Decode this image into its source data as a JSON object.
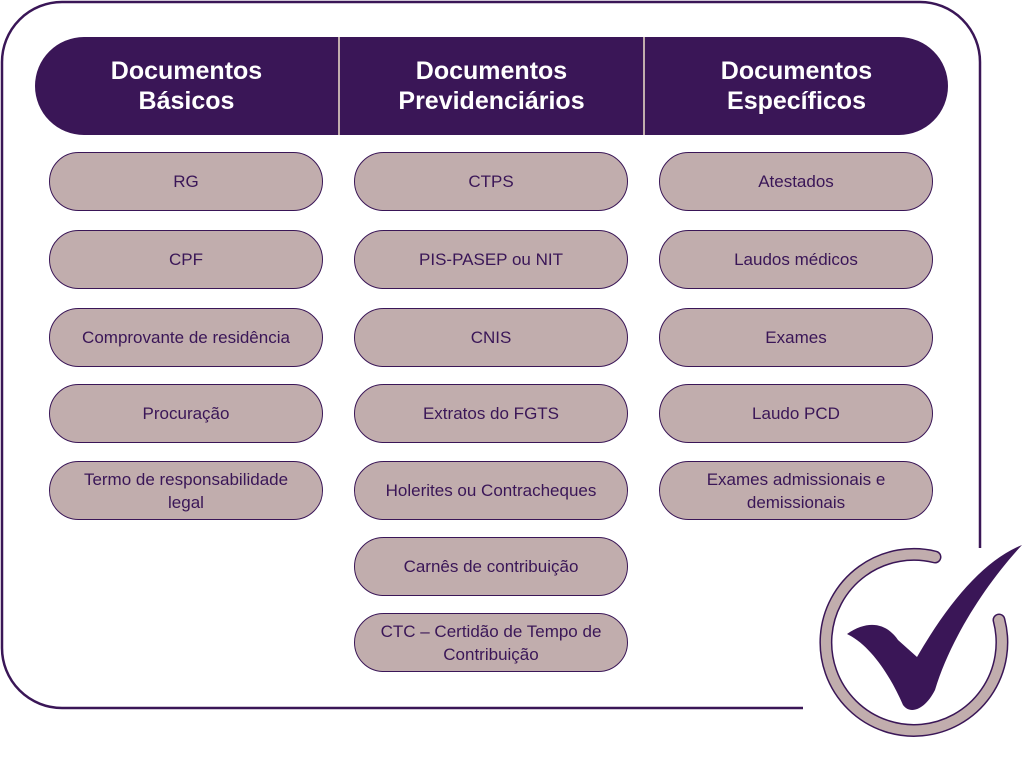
{
  "columns": [
    {
      "title_line1": "Documentos",
      "title_line2": "Básicos",
      "items": [
        "RG",
        "CPF",
        "Comprovante de residência",
        "Procuração",
        "Termo de responsabilidade legal"
      ]
    },
    {
      "title_line1": "Documentos",
      "title_line2": "Previdenciários",
      "items": [
        "CTPS",
        "PIS-PASEP ou NIT",
        "CNIS",
        "Extratos do FGTS",
        "Holerites ou Contracheques",
        "Carnês de contribuição",
        "CTC – Certidão de Tempo de Contribuição"
      ]
    },
    {
      "title_line1": "Documentos",
      "title_line2": "Específicos",
      "items": [
        "Atestados",
        "Laudos médicos",
        "Exames",
        "Laudo PCD",
        "Exames admissionais e demissionais"
      ]
    }
  ],
  "colors": {
    "primary": "#3a1657",
    "pill": "#c1adad"
  }
}
